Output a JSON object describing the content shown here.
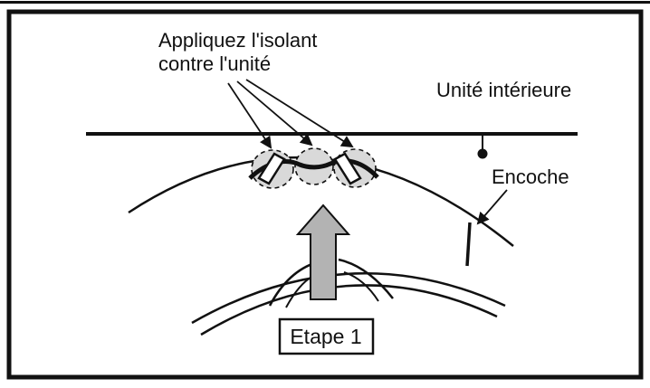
{
  "labels": {
    "insulation_line1": "Appliquez l'isolant",
    "insulation_line2": "contre l'unité",
    "indoor_unit": "Unité intérieure",
    "notch": "Encoche",
    "step": "Etape 1"
  },
  "colors": {
    "line": "#111111",
    "highlight_fill": "#d9d9d9",
    "push_arrow_fill": "#b3b3b3",
    "background": "#ffffff"
  }
}
